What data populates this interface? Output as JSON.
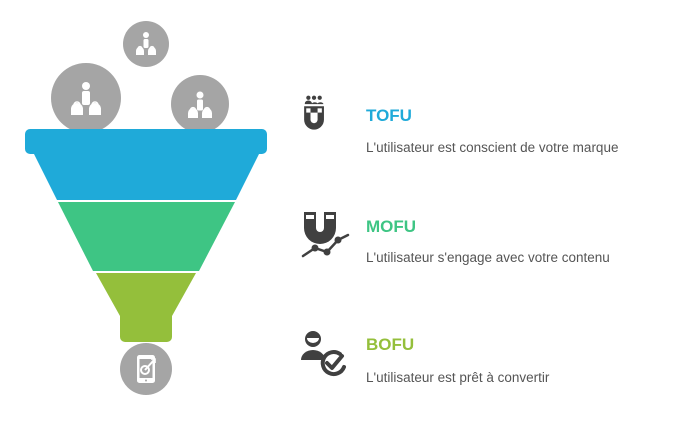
{
  "diagram": {
    "type": "marketing-funnel",
    "stages": [
      {
        "id": "tofu",
        "title": "TOFU",
        "description": "L'utilisateur est conscient de votre marque",
        "color": "#1faad9",
        "icon": "magnet-audience-icon"
      },
      {
        "id": "mofu",
        "title": "MOFU",
        "description": "L'utilisateur s'engage avec votre contenu",
        "color": "#3ec584",
        "icon": "magnet-growth-icon"
      },
      {
        "id": "bofu",
        "title": "BOFU",
        "description": "L'utilisateur est prêt à convertir",
        "color": "#94bf3b",
        "icon": "user-check-icon"
      }
    ],
    "top_bubbles": [
      {
        "icon": "people-group-icon",
        "size": "large"
      },
      {
        "icon": "people-group-icon",
        "size": "small"
      },
      {
        "icon": "people-group-icon",
        "size": "medium"
      }
    ],
    "bottom_bubble": {
      "icon": "mobile-target-icon"
    },
    "colors": {
      "bubble": "#a5a5a5",
      "icon_dark": "#404040",
      "text": "#555555"
    }
  }
}
